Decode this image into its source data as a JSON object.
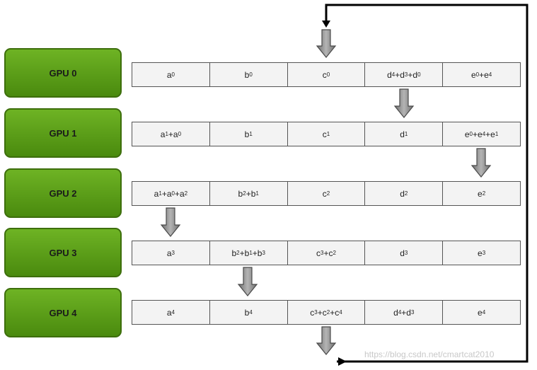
{
  "gpus": [
    {
      "label": "GPU 0",
      "cells": [
        "a_0",
        "b_0",
        "c_0",
        "d_4+d_3+d_0",
        "e_0+e_4"
      ]
    },
    {
      "label": "GPU 1",
      "cells": [
        "a_1+a_0",
        "b_1",
        "c_1",
        "d_1",
        "e_0+e_4+e_1"
      ]
    },
    {
      "label": "GPU 2",
      "cells": [
        "a_1+a_0+a_2",
        "b_2+b_1",
        "c_2",
        "d_2",
        "e_2"
      ]
    },
    {
      "label": "GPU 3",
      "cells": [
        "a_3",
        "b_2+b_1+b_3",
        "c_3+c_2",
        "d_3",
        "e_3"
      ]
    },
    {
      "label": "GPU 4",
      "cells": [
        "a_4",
        "b_4",
        "c_3+c_2+c_4",
        "d_4+d_3",
        "e_4"
      ]
    }
  ],
  "watermark": "https://blog.csdn.net/cmartcat2010"
}
